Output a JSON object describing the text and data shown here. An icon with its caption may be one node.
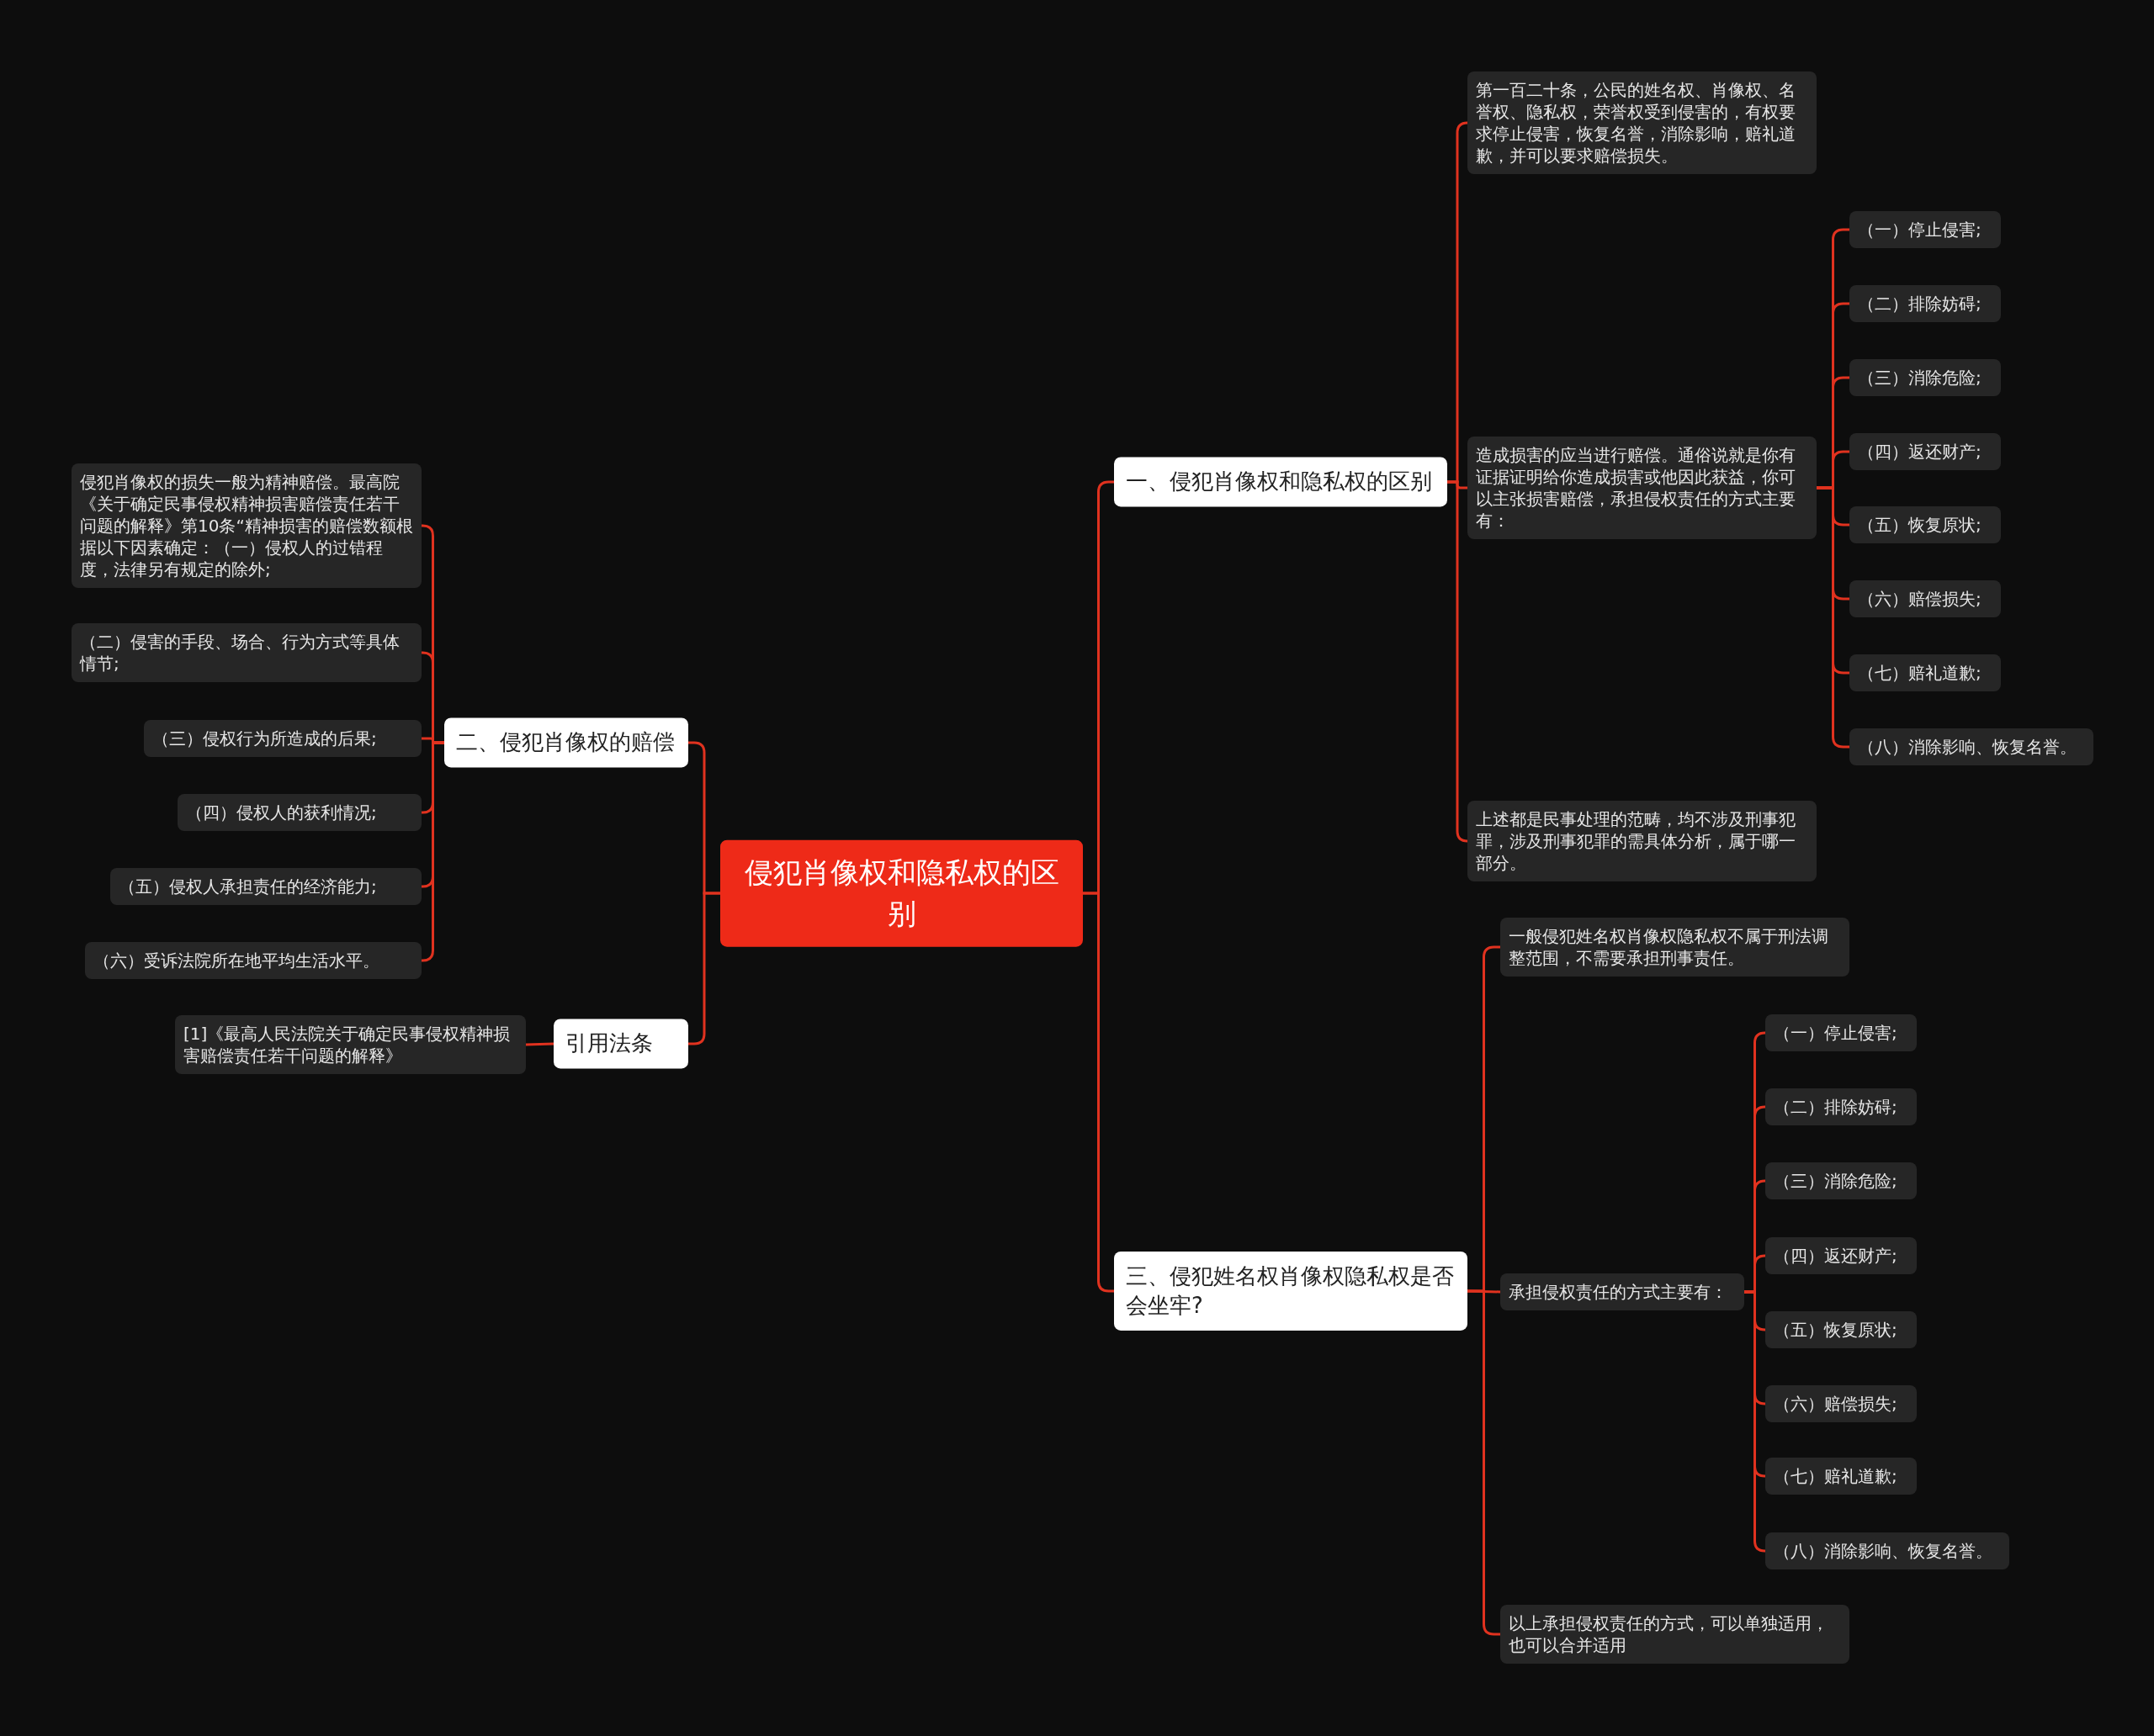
{
  "diagram": {
    "nodes": [
      {
        "text": [
          "侵犯肖像权和隐私权的区别"
        ]
      },
      {
        "text": [
          "一、侵犯肖像权和隐私权的区别"
        ]
      },
      {
        "text": [
          "第一百二十条，公民的姓名权、肖像权、名誉权、隐私权，荣誉权受到侵害的，有权要求停止侵害，恢复名誉，消除影响，赔礼道歉，并可以要求赔偿损失。"
        ]
      },
      {
        "text": [
          "造成损害的应当进行赔偿。通俗说就是你有证据证明给你造成损害或他因此获益，你可以主张损害赔偿，承担侵权责任的方式主要有："
        ]
      },
      {
        "text": [
          "（一）停止侵害;"
        ]
      },
      {
        "text": [
          "（二）排除妨碍;"
        ]
      },
      {
        "text": [
          "（三）消除危险;"
        ]
      },
      {
        "text": [
          "（四）返还财产;"
        ]
      },
      {
        "text": [
          "（五）恢复原状;"
        ]
      },
      {
        "text": [
          "（六）赔偿损失;"
        ]
      },
      {
        "text": [
          "（七）赔礼道歉;"
        ]
      },
      {
        "text": [
          "（八）消除影响、恢复名誉。"
        ]
      },
      {
        "text": [
          "上述都是民事处理的范畴，均不涉及刑事犯罪，涉及刑事犯罪的需具体分析，属于哪一部分。"
        ]
      },
      {
        "text": [
          "三、侵犯姓名权肖像权隐私权是否会坐牢?"
        ]
      },
      {
        "text": [
          "一般侵犯姓名权肖像权隐私权不属于刑法调整范围，不需要承担刑事责任。"
        ]
      },
      {
        "text": [
          "承担侵权责任的方式主要有："
        ]
      },
      {
        "text": [
          "（一）停止侵害;"
        ]
      },
      {
        "text": [
          "（二）排除妨碍;"
        ]
      },
      {
        "text": [
          "（三）消除危险;"
        ]
      },
      {
        "text": [
          "（四）返还财产;"
        ]
      },
      {
        "text": [
          "（五）恢复原状;"
        ]
      },
      {
        "text": [
          "（六）赔偿损失;"
        ]
      },
      {
        "text": [
          "（七）赔礼道歉;"
        ]
      },
      {
        "text": [
          "（八）消除影响、恢复名誉。"
        ]
      },
      {
        "text": [
          "以上承担侵权责任的方式，可以单独适用，也可以合并适用"
        ]
      },
      {
        "text": [
          "二、侵犯肖像权的赔偿"
        ]
      },
      {
        "text": [
          "侵犯肖像权的损失一般为精神赔偿。最高院《关于确定民事侵权精神损害赔偿责任若干问题的解释》第10条“精神损害的赔偿数额根据以下因素确定：（一）侵权人的过错程度，法律另有规定的除外;"
        ]
      },
      {
        "text": [
          "（二）侵害的手段、场合、行为方式等具体情节;"
        ]
      },
      {
        "text": [
          "（三）侵权行为所造成的后果;"
        ]
      },
      {
        "text": [
          "（四）侵权人的获利情况;"
        ]
      },
      {
        "text": [
          "（五）侵权人承担责任的经济能力;"
        ]
      },
      {
        "text": [
          "（六）受诉法院所在地平均生活水平。"
        ]
      },
      {
        "text": [
          "引用法条"
        ]
      },
      {
        "text": [
          "[1]《最高人民法院关于确定民事侵权精神损害赔偿责任若干问题的解释》"
        ]
      }
    ],
    "edges": [
      {
        "from": 0,
        "to": 1,
        "arrow": "none"
      },
      {
        "from": 1,
        "to": 2,
        "arrow": "none"
      },
      {
        "from": 1,
        "to": 3,
        "arrow": "none"
      },
      {
        "from": 3,
        "to": 4,
        "arrow": "none"
      },
      {
        "from": 3,
        "to": 5,
        "arrow": "none"
      },
      {
        "from": 3,
        "to": 6,
        "arrow": "none"
      },
      {
        "from": 3,
        "to": 7,
        "arrow": "none"
      },
      {
        "from": 3,
        "to": 8,
        "arrow": "none"
      },
      {
        "from": 3,
        "to": 9,
        "arrow": "none"
      },
      {
        "from": 3,
        "to": 10,
        "arrow": "none"
      },
      {
        "from": 3,
        "to": 11,
        "arrow": "none"
      },
      {
        "from": 1,
        "to": 12,
        "arrow": "none"
      },
      {
        "from": 0,
        "to": 13,
        "arrow": "none"
      },
      {
        "from": 13,
        "to": 14,
        "arrow": "none"
      },
      {
        "from": 13,
        "to": 15,
        "arrow": "none"
      },
      {
        "from": 15,
        "to": 16,
        "arrow": "none"
      },
      {
        "from": 15,
        "to": 17,
        "arrow": "none"
      },
      {
        "from": 15,
        "to": 18,
        "arrow": "none"
      },
      {
        "from": 15,
        "to": 19,
        "arrow": "none"
      },
      {
        "from": 15,
        "to": 20,
        "arrow": "none"
      },
      {
        "from": 15,
        "to": 21,
        "arrow": "none"
      },
      {
        "from": 15,
        "to": 22,
        "arrow": "none"
      },
      {
        "from": 15,
        "to": 23,
        "arrow": "none"
      },
      {
        "from": 13,
        "to": 24,
        "arrow": "none"
      },
      {
        "from": 0,
        "to": 25,
        "arrow": "none"
      },
      {
        "from": 25,
        "to": 26,
        "arrow": "none"
      },
      {
        "from": 25,
        "to": 27,
        "arrow": "none"
      },
      {
        "from": 25,
        "to": 28,
        "arrow": "none"
      },
      {
        "from": 25,
        "to": 29,
        "arrow": "none"
      },
      {
        "from": 25,
        "to": 30,
        "arrow": "none"
      },
      {
        "from": 25,
        "to": 31,
        "arrow": "none"
      },
      {
        "from": 0,
        "to": 32,
        "arrow": "none"
      },
      {
        "from": 32,
        "to": 33,
        "arrow": "none"
      }
    ]
  }
}
